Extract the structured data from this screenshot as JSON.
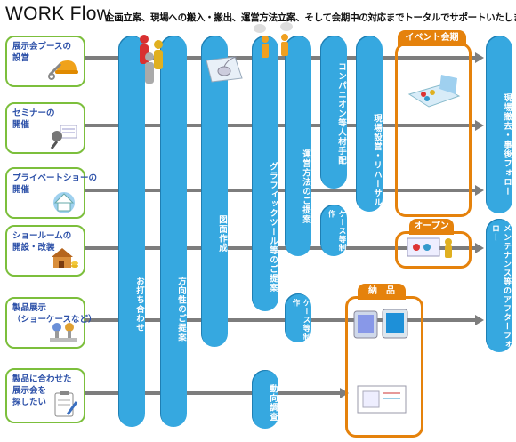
{
  "header": {
    "title": "WORK Flow",
    "subtitle": "企画立案、現場への搬入・搬出、運営方法立案、そして会期中の対応までトータルでサポートいたします。"
  },
  "rows": [
    {
      "label": "展示会ブースの\n設営",
      "icon": "hardhat-tools-icon"
    },
    {
      "label": "セミナーの\n開催",
      "icon": "microphone-icon"
    },
    {
      "label": "プライベートショーの\n開催",
      "icon": "house-globe-icon"
    },
    {
      "label": "ショールームの\n開設・改装",
      "icon": "house-coins-icon"
    },
    {
      "label": "製品展示\n（ショーケースなど）",
      "icon": "display-stands-icon"
    },
    {
      "label": "製品に合わせた\n展示会を\n探したい",
      "icon": "clipboard-pen-icon"
    }
  ],
  "steps": {
    "s1": "お打ち合わせ",
    "s2": "方向性のご提案",
    "s3": "図面作成",
    "s4": "グラフィックツール等のご提案",
    "s5": "運営方法のご提案",
    "s5b": "ケース等制作",
    "s6": "コンパニオン等人材手配",
    "s6b": "ケース等制作",
    "s7": "現場設営・リハーサル",
    "s8": "現場撤去・事後フォロー",
    "s8b": "メンテナンス等のアフターフォロー",
    "s9": "動向調査"
  },
  "boxes": {
    "event": "イベント会期",
    "open": "オープン",
    "delivery": "納　品"
  },
  "colors": {
    "pill": "#36a8e0",
    "orange": "#e5820c",
    "green": "#7cbf3c",
    "arrow": "#7d7d7d",
    "label": "#2c50a8"
  }
}
